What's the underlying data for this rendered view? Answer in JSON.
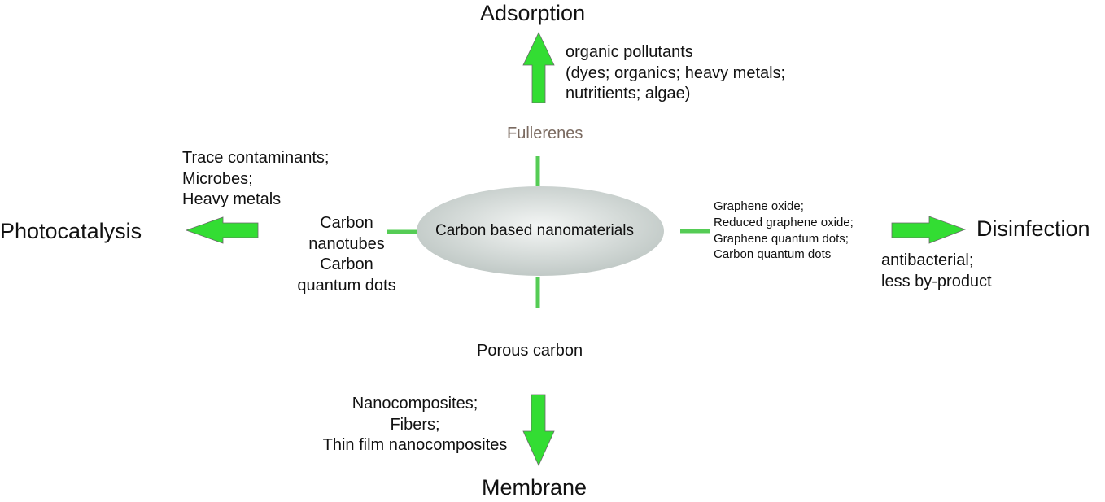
{
  "center": {
    "label": "Carbon based nanomaterials"
  },
  "materials": {
    "top": "Fullerenes",
    "left": [
      "Carbon",
      "nanotubes",
      "Carbon",
      "quantum dots"
    ],
    "right": [
      "Graphene oxide;",
      "Reduced graphene oxide;",
      "Graphene quantum dots;",
      "Carbon quantum dots"
    ],
    "bottom": "Porous carbon"
  },
  "applications": {
    "adsorption": {
      "title": "Adsorption",
      "targets": [
        "organic pollutants",
        "(dyes; organics; heavy metals;",
        "nutritients; algae)"
      ]
    },
    "photocatalysis": {
      "title": "Photocatalysis",
      "targets": [
        "Trace contaminants;",
        "Microbes;",
        "Heavy metals"
      ]
    },
    "disinfection": {
      "title": "Disinfection",
      "targets": [
        "antibacterial;",
        "less by-product"
      ]
    },
    "membrane": {
      "title": "Membrane",
      "targets": [
        "Nanocomposites;",
        "Fibers;",
        "Thin film nanocomposites"
      ]
    }
  },
  "colors": {
    "arrow_fill": "#33dd33",
    "arrow_stroke": "#6a6a6a",
    "connector": "#55cc55",
    "ellipse_light": "#f4f6f5",
    "ellipse_dark": "#bcc5c2",
    "fullerenes_text": "#7a6a60"
  }
}
